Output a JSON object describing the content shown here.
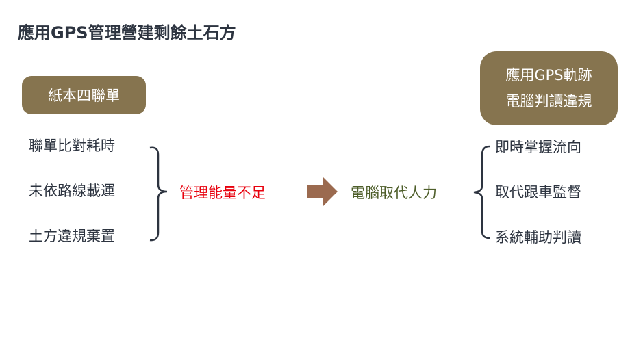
{
  "title": "應用GPS管理營建剩餘土石方",
  "left": {
    "header": "紙本四聯單",
    "items": [
      "聯單比對耗時",
      "未依路線載運",
      "土方違規棄置"
    ],
    "result": "管理能量不足"
  },
  "right": {
    "header_line1": "應用GPS軌跡",
    "header_line2": "電腦判讀違規",
    "result": "電腦取代人力",
    "items": [
      "即時掌握流向",
      "取代跟車監督",
      "系統輔助判讀"
    ]
  },
  "colors": {
    "box": "#86744f",
    "arrow": "#9b6a4f",
    "problem": "#e8000d",
    "solution": "#4e5e2a",
    "text": "#2d3440"
  }
}
